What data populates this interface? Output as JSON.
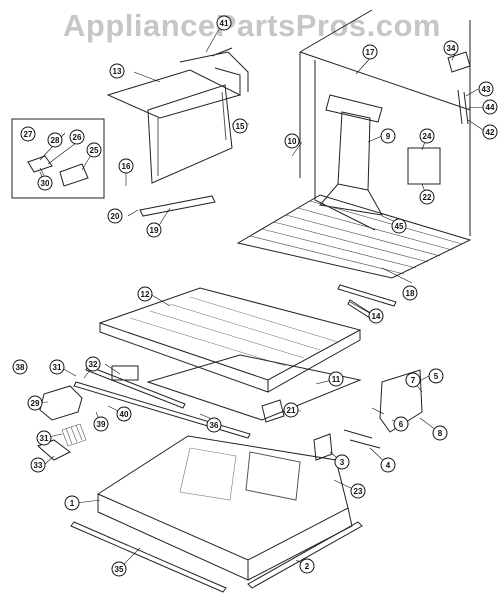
{
  "watermark": "AppliancePartsPros.com",
  "callouts": [
    "1",
    "2",
    "3",
    "4",
    "5",
    "6",
    "7",
    "8",
    "9",
    "10",
    "11",
    "12",
    "13",
    "14",
    "15",
    "16",
    "17",
    "18",
    "19",
    "20",
    "21",
    "22",
    "23",
    "24",
    "25",
    "26",
    "27",
    "28",
    "29",
    "30",
    "31",
    "31",
    "32",
    "33",
    "34",
    "35",
    "36",
    "37",
    "38",
    "39",
    "40",
    "41",
    "42",
    "43",
    "44",
    "45"
  ]
}
